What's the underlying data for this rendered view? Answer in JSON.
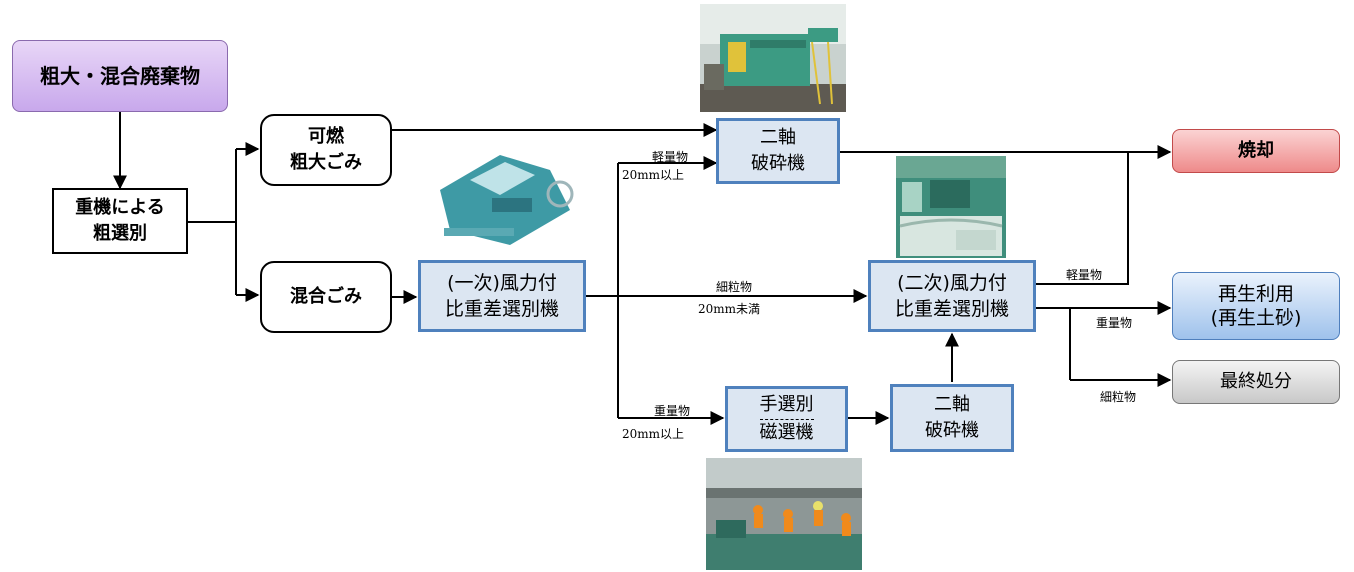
{
  "nodes": {
    "input": "粗大・混合廃棄物",
    "rough_sort": [
      "重機による",
      "粗選別"
    ],
    "combustible": [
      "可燃",
      "粗大ごみ"
    ],
    "mixed": "混合ごみ",
    "primary_sep": [
      "(一次)風力付",
      "比重差選別機"
    ],
    "shredder_top": [
      "二軸",
      "破砕機"
    ],
    "secondary_sep": [
      "(二次)風力付",
      "比重差選別機"
    ],
    "hand_sort": [
      "手選別",
      "磁選機"
    ],
    "shredder_bottom": [
      "二軸",
      "破砕機"
    ],
    "incineration": "焼却",
    "recycle": [
      "再生利用",
      "(再生土砂)"
    ],
    "disposal": "最終処分"
  },
  "labels": {
    "light_top": "軽量物",
    "light_top_size": "20mm以上",
    "fine_mid": "細粒物",
    "fine_mid_size": "20mm未満",
    "heavy_bottom": "重量物",
    "heavy_bottom_size": "20mm以上",
    "light_right": "軽量物",
    "heavy_right": "重量物",
    "fine_right": "細粒物"
  },
  "colors": {
    "box_border_blue": "#4f81bd",
    "box_fill_blue": "#dce6f2",
    "machine_green": "#3d9c8a",
    "incineration": "#ee8a8a",
    "recycle": "#9fc2ec",
    "disposal": "#c8c8c8",
    "input": "#c8a8ec"
  },
  "photos": [
    {
      "name": "shredder-photo",
      "subject": "green shredder machine outdoors"
    },
    {
      "name": "primary-separator-photo",
      "subject": "teal wind separator machine"
    },
    {
      "name": "secondary-separator-photo",
      "subject": "green separator interior"
    },
    {
      "name": "hand-sorting-photo",
      "subject": "workers at sorting line"
    }
  ]
}
